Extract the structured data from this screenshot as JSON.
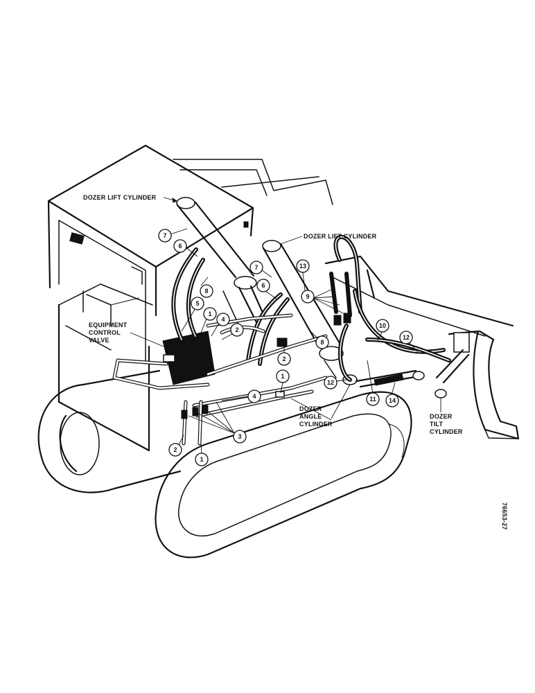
{
  "labels": {
    "dozer_lift_cylinder_left": "DOZER LIFT CYLINDER",
    "dozer_lift_cylinder_right": "DOZER LIFT CYLINDER",
    "equipment_control_valve": [
      "EQUIPMENT",
      "CONTROL",
      "VALVE"
    ],
    "dozer_angle_cylinder": [
      "DOZER",
      "ANGLE",
      "CYLINDER"
    ],
    "dozer_tilt_cylinder": [
      "DOZER",
      "TILT",
      "CYLINDER"
    ]
  },
  "callouts": {
    "c1": "1",
    "c2": "2",
    "c3": "3",
    "c4": "4",
    "c5": "5",
    "c6": "6",
    "c7": "7",
    "c8": "8",
    "c9": "9",
    "c10": "10",
    "c11": "11",
    "c12": "12",
    "c13": "13",
    "c14": "14"
  },
  "figure_code": "76653-27"
}
